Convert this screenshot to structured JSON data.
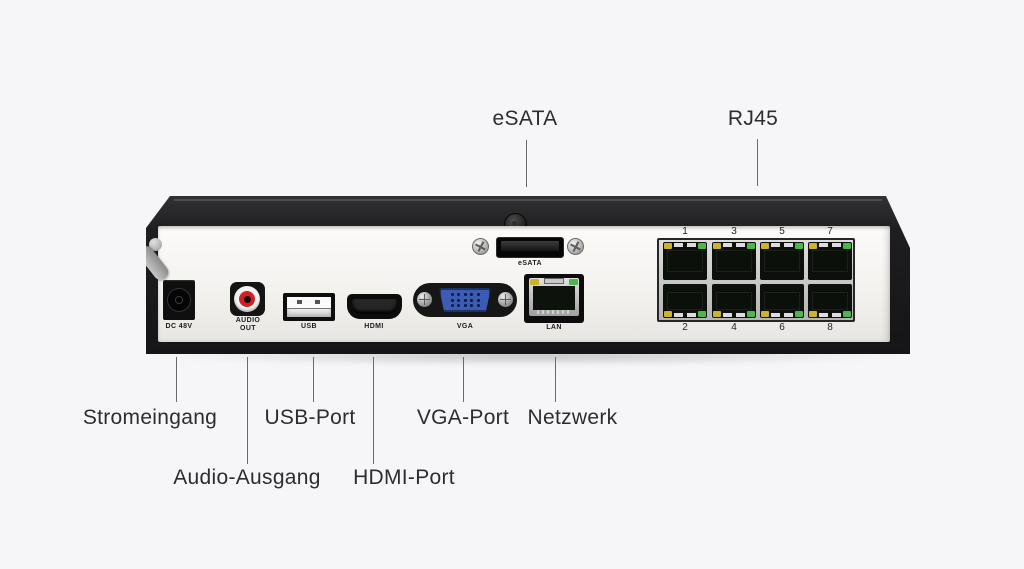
{
  "title": "NVR rear panel port diagram",
  "colors": {
    "background": "#f6f6f8",
    "chassis_dark": "#1b1b1d",
    "panel_light": "#f4f2ef",
    "callout_text": "#2d2d2d",
    "leader_line": "#6a6a6a",
    "led_yellow": "#cdb32c",
    "led_green": "#4db649",
    "vga_blue": "#3c5cb4",
    "rca_red": "#d02025"
  },
  "callouts": {
    "esata": "eSATA",
    "rj45": "RJ45",
    "stromeingang": "Stromeingang",
    "usb_port": "USB-Port",
    "vga_port": "VGA-Port",
    "netzwerk": "Netzwerk",
    "audio_ausgang": "Audio-Ausgang",
    "hdmi_port": "HDMI-Port"
  },
  "device_labels": {
    "dc": "DC 48V",
    "audio_line1": "AUDIO",
    "audio_line2": "OUT",
    "usb": "USB",
    "hdmi": "HDMI",
    "vga": "VGA",
    "lan": "LAN",
    "esata": "eSATA",
    "rj45_numbers_top": [
      "1",
      "3",
      "5",
      "7"
    ],
    "rj45_numbers_bottom": [
      "2",
      "4",
      "6",
      "8"
    ]
  }
}
